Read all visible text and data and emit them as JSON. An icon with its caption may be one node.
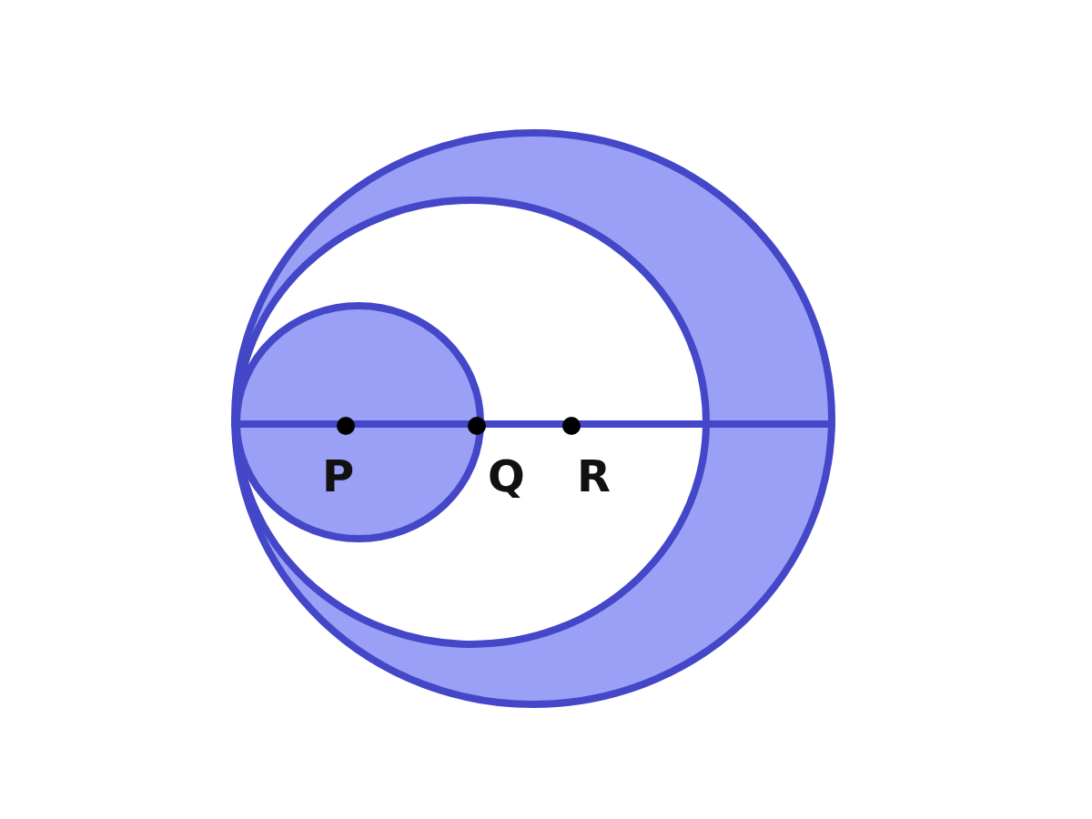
{
  "diagram": {
    "labels": [
      "P",
      "Q",
      "R"
    ]
  }
}
